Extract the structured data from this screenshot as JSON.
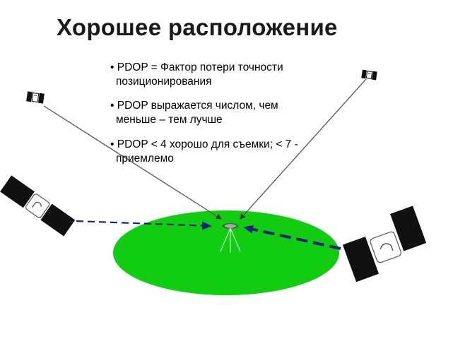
{
  "title": "Хорошее расположение",
  "bullets": [
    {
      "line1": "• PDOP = Фактор потери точности",
      "line2": "позиционирования"
    },
    {
      "line1": "• PDOP выражается числом, чем",
      "line2": "меньше – тем лучше"
    },
    {
      "line1": "• PDOP < 4 хорошо для съемки; < 7 -",
      "line2": "приемлемо"
    }
  ],
  "colors": {
    "ground": "#11cc11",
    "dashed_arrow": "#1a237e",
    "panel": "#111111",
    "signal_line": "#555555"
  },
  "icons": [
    "satellite-icon",
    "receiver-tripod-icon"
  ]
}
